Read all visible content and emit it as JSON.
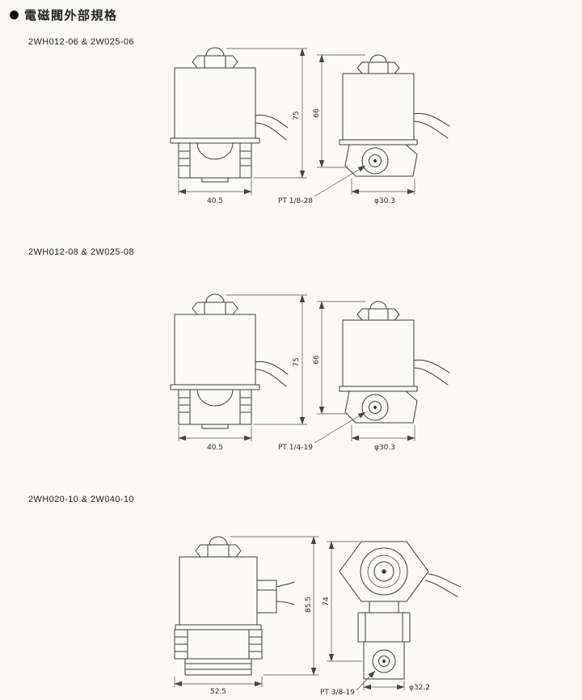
{
  "page": {
    "title": "電磁閥外部規格"
  },
  "sections": [
    {
      "label": "2WH012-06 & 2W025-06",
      "dims": {
        "height_overall": "75",
        "height_body": "66",
        "width": "40.5",
        "port_thread": "PT 1/8-28",
        "diameter": "φ30.3"
      }
    },
    {
      "label": "2WH012-08 & 2W025-08",
      "dims": {
        "height_overall": "75",
        "height_body": "66",
        "width": "40.5",
        "port_thread": "PT 1/4-19",
        "diameter": "φ30.3"
      }
    },
    {
      "label": "2WH020-10 & 2W040-10",
      "dims": {
        "height_overall": "85.5",
        "height_body": "74",
        "width": "52.5",
        "port_thread": "PT 3/8-19",
        "diameter": "φ32.2"
      }
    }
  ]
}
